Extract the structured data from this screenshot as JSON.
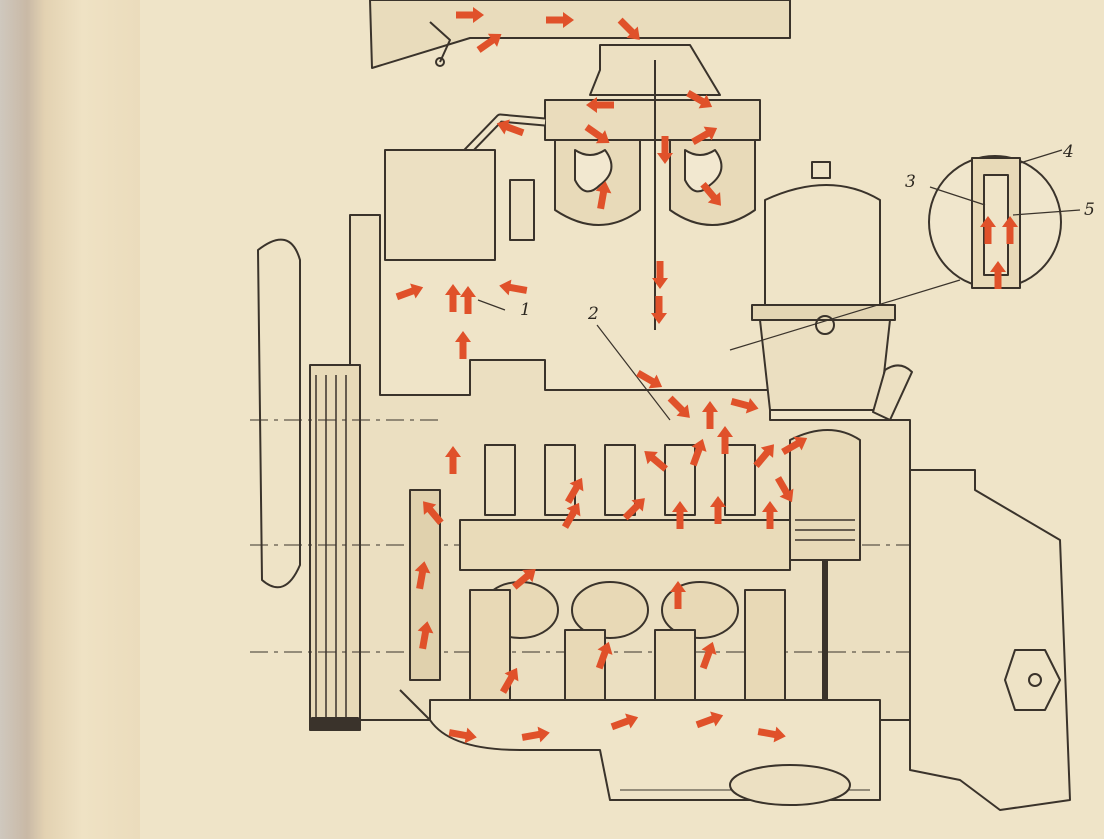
{
  "figure": {
    "callouts": [
      {
        "id": "1",
        "text": "1"
      },
      {
        "id": "2",
        "text": "2"
      },
      {
        "id": "3",
        "text": "3"
      },
      {
        "id": "4",
        "text": "4"
      },
      {
        "id": "5",
        "text": "5"
      }
    ]
  },
  "colors": {
    "paper": "#efe4c8",
    "ink": "#3a332b",
    "arrow": "#e0512a"
  }
}
